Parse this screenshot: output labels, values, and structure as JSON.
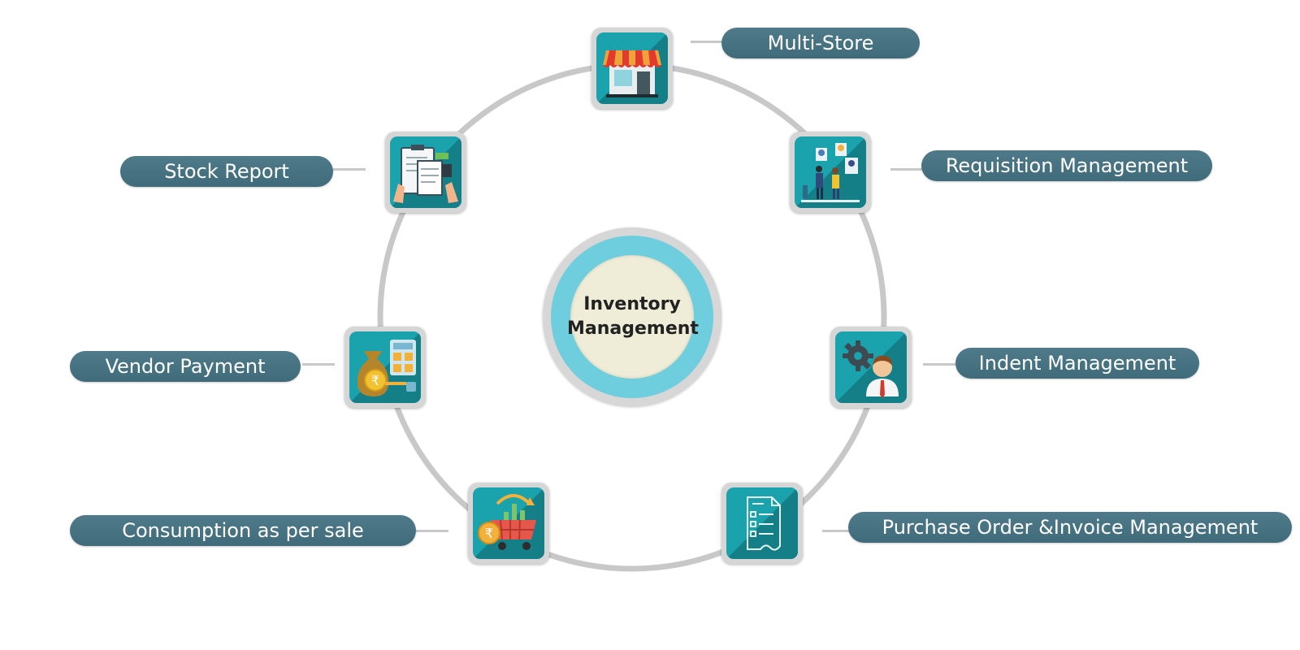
{
  "center": {
    "line1": "Inventory",
    "line2": "Management"
  },
  "modules": [
    {
      "id": "multi-store",
      "label": "Multi-Store",
      "icon": "storefront-icon"
    },
    {
      "id": "requisition",
      "label": "Requisition Management",
      "icon": "team-meeting-icon"
    },
    {
      "id": "indent",
      "label": "Indent Management",
      "icon": "manager-gear-icon"
    },
    {
      "id": "purchase-order",
      "label": "Purchase Order &Invoice Management",
      "icon": "document-checklist-icon"
    },
    {
      "id": "consumption",
      "label": "Consumption as per sale",
      "icon": "cart-chart-icon"
    },
    {
      "id": "vendor-payment",
      "label": "Vendor Payment",
      "icon": "money-bag-calculator-icon"
    },
    {
      "id": "stock-report",
      "label": "Stock Report",
      "icon": "invoice-clipboard-icon"
    }
  ],
  "colors": {
    "pill": "#456f7e",
    "tile": "#1aa2ad",
    "ring": "#c8c8c8",
    "hub_ring": "#6fcedd",
    "hub_core": "#efedd8"
  }
}
